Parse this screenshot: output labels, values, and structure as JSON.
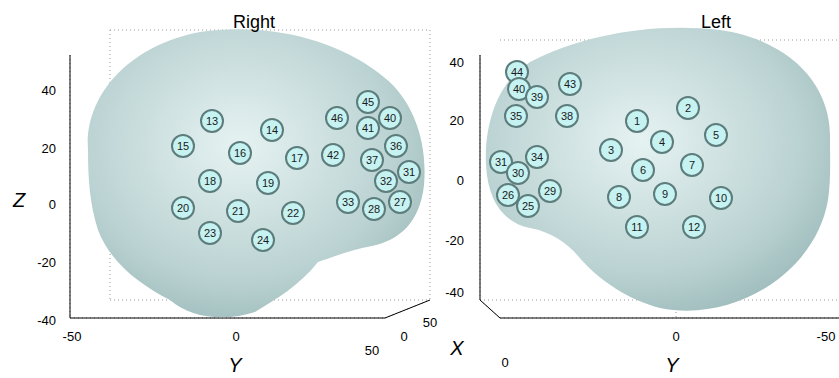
{
  "diagram": {
    "nodes": [
      {
        "text": [
          "13"
        ]
      },
      {
        "text": [
          "14"
        ]
      },
      {
        "text": [
          "15"
        ]
      },
      {
        "text": [
          "16"
        ]
      },
      {
        "text": [
          "17"
        ]
      },
      {
        "text": [
          "18"
        ]
      },
      {
        "text": [
          "19"
        ]
      },
      {
        "text": [
          "20"
        ]
      },
      {
        "text": [
          "21"
        ]
      },
      {
        "text": [
          "22"
        ]
      },
      {
        "text": [
          "23"
        ]
      },
      {
        "text": [
          "24"
        ]
      },
      {
        "text": [
          "46"
        ]
      },
      {
        "text": [
          "45"
        ]
      },
      {
        "text": [
          "41"
        ]
      },
      {
        "text": [
          "40"
        ]
      },
      {
        "text": [
          "42"
        ]
      },
      {
        "text": [
          "37"
        ]
      },
      {
        "text": [
          "36"
        ]
      },
      {
        "text": [
          "31"
        ]
      },
      {
        "text": [
          "32"
        ]
      },
      {
        "text": [
          "33"
        ]
      },
      {
        "text": [
          "28"
        ]
      },
      {
        "text": [
          "27"
        ]
      },
      {
        "text": [
          "44"
        ]
      },
      {
        "text": [
          "40"
        ]
      },
      {
        "text": [
          "39"
        ]
      },
      {
        "text": [
          "43"
        ]
      },
      {
        "text": [
          "35"
        ]
      },
      {
        "text": [
          "38"
        ]
      },
      {
        "text": [
          "34"
        ]
      },
      {
        "text": [
          "31"
        ]
      },
      {
        "text": [
          "30"
        ]
      },
      {
        "text": [
          "26"
        ]
      },
      {
        "text": [
          "25"
        ]
      },
      {
        "text": [
          "29"
        ]
      },
      {
        "text": [
          "1"
        ]
      },
      {
        "text": [
          "2"
        ]
      },
      {
        "text": [
          "3"
        ]
      },
      {
        "text": [
          "4"
        ]
      },
      {
        "text": [
          "5"
        ]
      },
      {
        "text": [
          "6"
        ]
      },
      {
        "text": [
          "7"
        ]
      },
      {
        "text": [
          "8"
        ]
      },
      {
        "text": [
          "9"
        ]
      },
      {
        "text": [
          "10"
        ]
      },
      {
        "text": [
          "11"
        ]
      },
      {
        "text": [
          "12"
        ]
      }
    ],
    "labels": [
      "Right",
      "Left",
      "Z",
      "40",
      "20",
      "0",
      "-20",
      "-40",
      "-50",
      "0",
      "50",
      "Y",
      "0",
      "50",
      "40",
      "20",
      "0",
      "-20",
      "-40",
      "X",
      "0",
      "0",
      "-50",
      "Y"
    ]
  }
}
